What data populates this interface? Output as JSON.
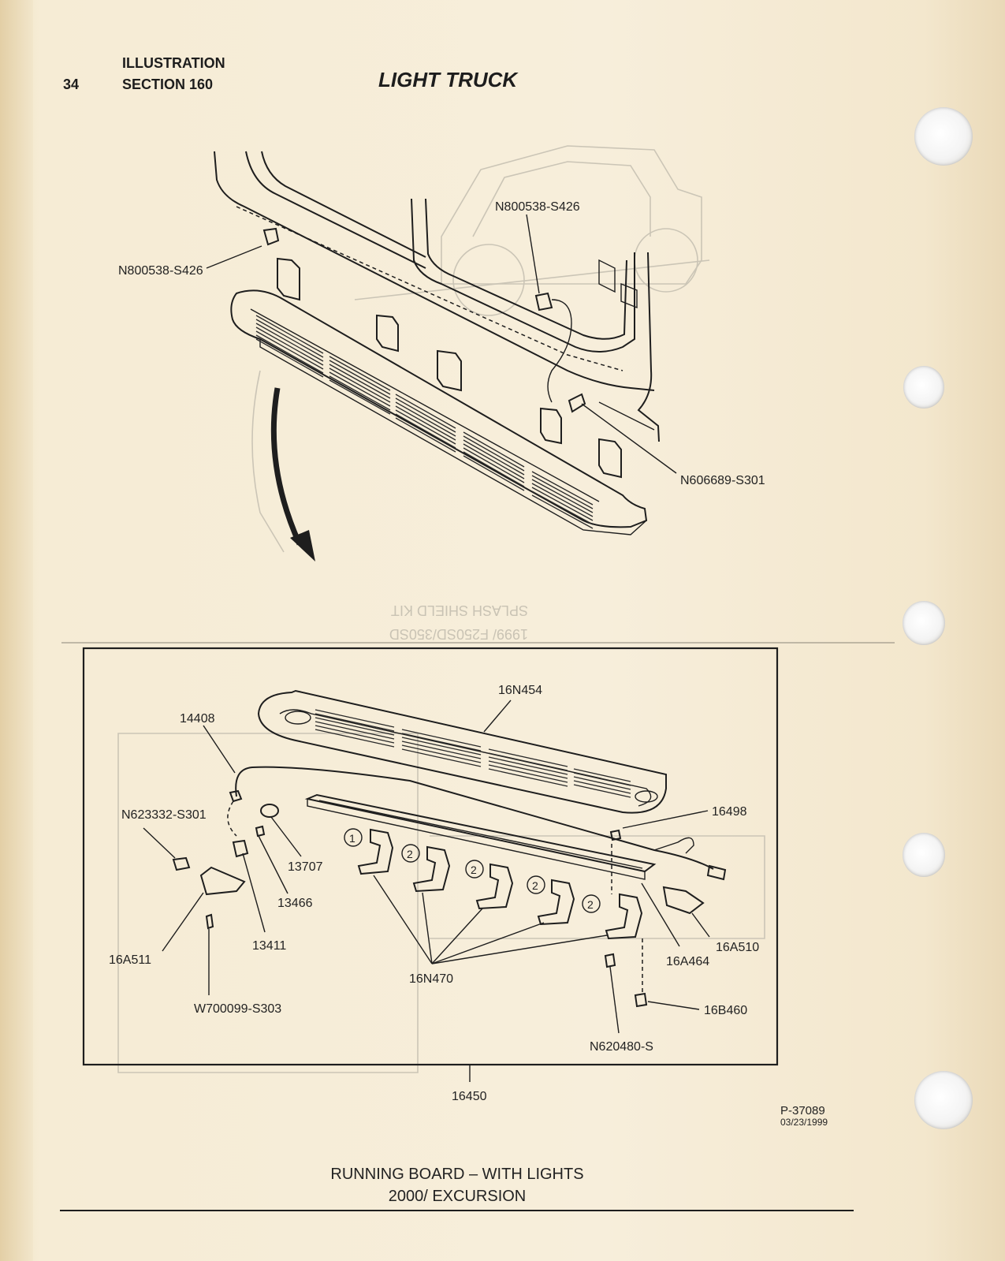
{
  "header": {
    "page_number": "34",
    "line1": "ILLUSTRATION",
    "line2": "SECTION 160",
    "title": "LIGHT TRUCK"
  },
  "top_diagram": {
    "labels": [
      "N800538-S426",
      "N800538-S426",
      "N606689-S301"
    ]
  },
  "detail_diagram": {
    "labels": [
      "16N454",
      "14408",
      "16498",
      "N623332-S301",
      "13707",
      "13466",
      "13411",
      "16A511",
      "W700099-S303",
      "16N470",
      "16A464",
      "16A510",
      "16B460",
      "N620480-S"
    ],
    "callouts": [
      "1",
      "2",
      "2",
      "2",
      "2"
    ],
    "assembly_label": "16450"
  },
  "figure": {
    "id": "P-37089",
    "date": "03/23/1999"
  },
  "caption": {
    "line1": "RUNNING BOARD – WITH LIGHTS",
    "line2": "2000/ EXCURSION"
  }
}
